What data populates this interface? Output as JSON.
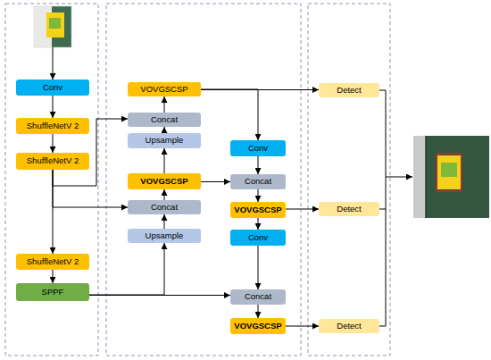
{
  "diagram": {
    "nodes": [
      {
        "text": [
          "Conv"
        ]
      },
      {
        "text": [
          "ShuffleNetV 2"
        ]
      },
      {
        "text": [
          "ShuffleNetV 2"
        ]
      },
      {
        "text": [
          "ShuffleNetV 2"
        ]
      },
      {
        "text": [
          "SPPF"
        ]
      },
      {
        "text": [
          "VOVGSCSP"
        ]
      },
      {
        "text": [
          "Concat"
        ]
      },
      {
        "text": [
          "Upsample"
        ]
      },
      {
        "text": [
          "VOVGSCSP"
        ]
      },
      {
        "text": [
          "Concat"
        ]
      },
      {
        "text": [
          "Upsample"
        ]
      },
      {
        "text": [
          "Conv"
        ]
      },
      {
        "text": [
          "Concat"
        ]
      },
      {
        "text": [
          "VOVGSCSP"
        ]
      },
      {
        "text": [
          "Conv"
        ]
      },
      {
        "text": [
          "Concat"
        ]
      },
      {
        "text": [
          "VOVGSCSP"
        ]
      },
      {
        "text": [
          "Detect"
        ]
      },
      {
        "text": [
          "Detect"
        ]
      },
      {
        "text": [
          "Detect"
        ]
      }
    ],
    "edges": [
      {
        "from": 0,
        "to": 1,
        "arrow": "to"
      },
      {
        "from": 1,
        "to": 2,
        "arrow": "to"
      },
      {
        "from": 2,
        "to": 3,
        "arrow": "to"
      },
      {
        "from": 3,
        "to": 4,
        "arrow": "to"
      },
      {
        "from": 2,
        "to": 6,
        "arrow": "to"
      },
      {
        "from": 2,
        "to": 9,
        "arrow": "to"
      },
      {
        "from": 4,
        "to": 10,
        "arrow": "to"
      },
      {
        "from": 4,
        "to": 15,
        "arrow": "to"
      },
      {
        "from": 10,
        "to": 9,
        "arrow": "to"
      },
      {
        "from": 9,
        "to": 8,
        "arrow": "to"
      },
      {
        "from": 8,
        "to": 7,
        "arrow": "to"
      },
      {
        "from": 7,
        "to": 6,
        "arrow": "to"
      },
      {
        "from": 6,
        "to": 5,
        "arrow": "to"
      },
      {
        "from": 5,
        "to": 17,
        "arrow": "to"
      },
      {
        "from": 5,
        "to": 11,
        "arrow": "to"
      },
      {
        "from": 11,
        "to": 12,
        "arrow": "to"
      },
      {
        "from": 8,
        "to": 12,
        "arrow": "to"
      },
      {
        "from": 12,
        "to": 13,
        "arrow": "to"
      },
      {
        "from": 13,
        "to": 18,
        "arrow": "to"
      },
      {
        "from": 13,
        "to": 14,
        "arrow": "to"
      },
      {
        "from": 14,
        "to": 15,
        "arrow": "to"
      },
      {
        "from": 15,
        "to": 16,
        "arrow": "to"
      },
      {
        "from": 16,
        "to": 19,
        "arrow": "to"
      }
    ]
  }
}
